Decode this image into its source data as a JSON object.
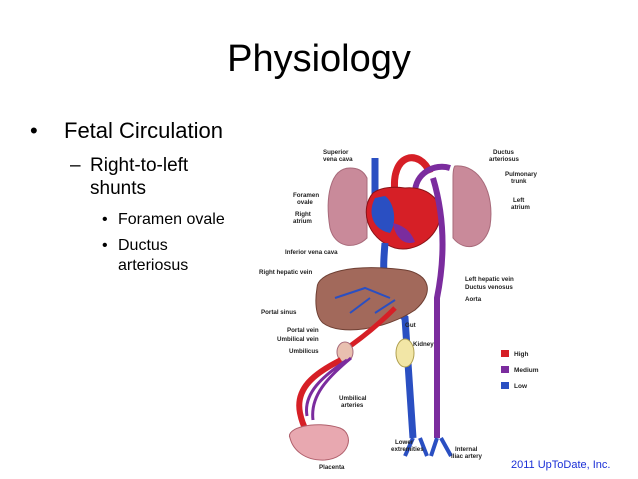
{
  "slide": {
    "title": "Physiology",
    "bullet_level1": "Fetal Circulation",
    "bullet_level2": "Right-to-left shunts",
    "bullet_level3": [
      "Foramen ovale",
      "Ductus arteriosus"
    ],
    "credit": "2011 UpToDate, Inc."
  },
  "diagram": {
    "labels": {
      "superior_vena_cava": [
        "Superior",
        "vena cava"
      ],
      "foramen_ovale": [
        "Foramen",
        "ovale"
      ],
      "right_atrium": [
        "Right",
        "atrium"
      ],
      "inferior_vena_cava": "Inferior vena cava",
      "right_hepatic_vein": "Right hepatic vein",
      "portal_sinus": "Portal sinus",
      "portal_vein": "Portal vein",
      "umbilical_vein": "Umbilical vein",
      "umbilicus": "Umbilicus",
      "umbilical_arteries": [
        "Umbilical",
        "arteries"
      ],
      "placenta": "Placenta",
      "lower_extremities": [
        "Lower",
        "extremities"
      ],
      "internal_iliac_artery": [
        "Internal",
        "iliac artery"
      ],
      "ductus_arteriosus": [
        "Ductus",
        "arteriosus"
      ],
      "pulmonary_trunk": [
        "Pulmonary",
        "trunk"
      ],
      "left_atrium": [
        "Left",
        "atrium"
      ],
      "left_hepatic_vein": "Left hepatic vein",
      "ductus_venosus": "Ductus venosus",
      "aorta": "Aorta",
      "gut": "Gut",
      "kidney": "Kidney"
    },
    "legend": [
      {
        "label": "High",
        "color": "#d61f26"
      },
      {
        "label": "Medium",
        "color": "#7b2c9e"
      },
      {
        "label": "Low",
        "color": "#2a4fc2"
      }
    ]
  }
}
